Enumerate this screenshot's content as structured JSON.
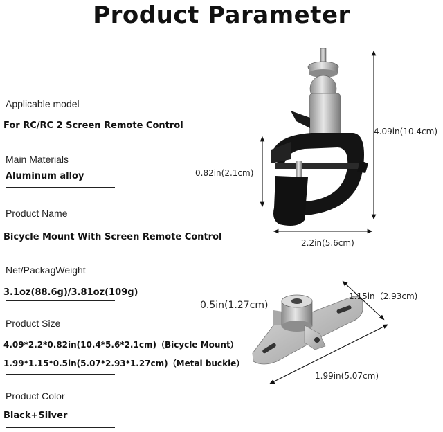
{
  "title": "Product Parameter",
  "specs": {
    "applicable_model": {
      "label": "Applicable model",
      "value": "For RC/RC 2 Screen  Remote Control"
    },
    "main_materials": {
      "label": "Main Materials",
      "value": "Aluminum alloy"
    },
    "product_name": {
      "label": "Product Name",
      "value": "Bicycle Mount With Screen Remote Control"
    },
    "weight": {
      "label": "Net/PackagWeight",
      "value": "3.1oz(88.6g)/3.81oz(109g)"
    },
    "size": {
      "label": "Product Size",
      "value_1": "4.09*2.2*0.82in(10.4*5.6*2.1cm)（Bicycle Mount）",
      "value_2": "1.99*1.15*0.5in(5.07*2.93*1.27cm)（Metal buckle）"
    },
    "color": {
      "label": "Product Color",
      "value": "Black+Silver"
    }
  },
  "dimensions": {
    "mount_height": "4.09in(10.4cm)",
    "mount_depth": "0.82in(2.1cm)",
    "mount_width": "2.2in(5.6cm)",
    "buckle_height": "0.5in(1.27cm)",
    "buckle_depth": "1.15in（2.93cm)",
    "buckle_width": "1.99in(5.07cm)"
  },
  "colors": {
    "black": "#111111",
    "silver": "#b8b8b8"
  }
}
